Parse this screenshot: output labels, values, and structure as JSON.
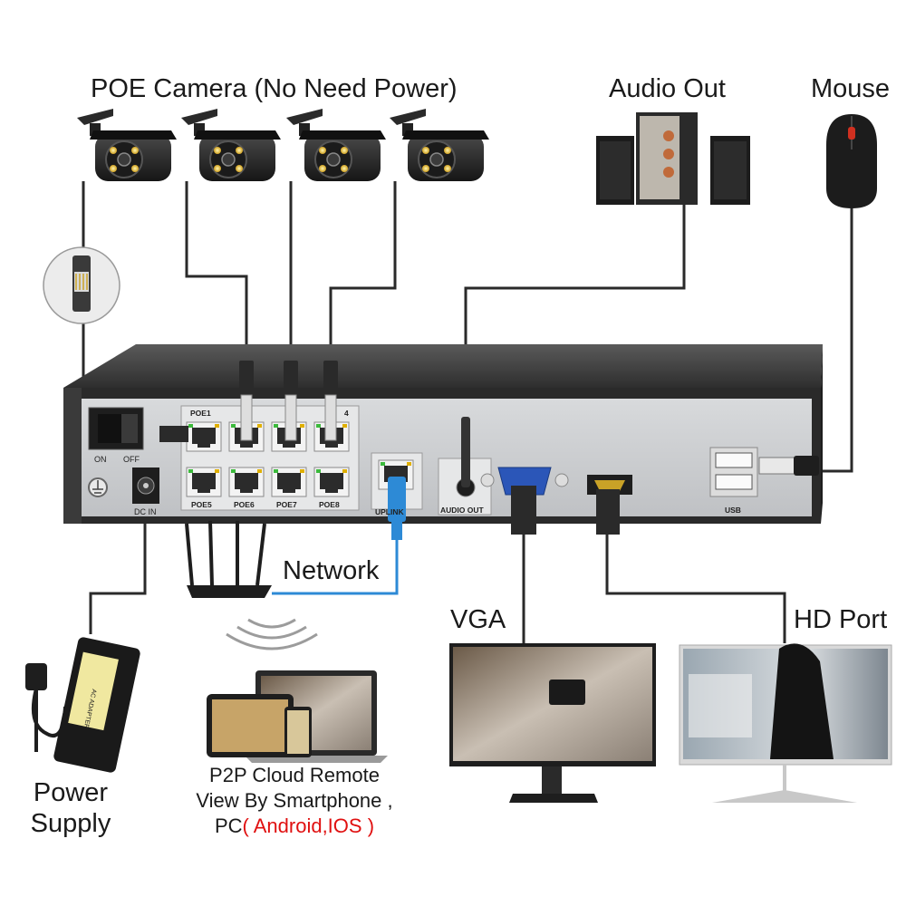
{
  "labels": {
    "cameras": "POE Camera (No Need Power)",
    "audio_out": "Audio Out",
    "mouse": "Mouse",
    "network": "Network",
    "vga": "VGA",
    "hd_port": "HD Port",
    "power_line1": "Power",
    "power_line2": "Supply",
    "p2p_line1": "P2P Cloud Remote",
    "p2p_line2": "View By Smartphone ,",
    "p2p_line3_prefix": "PC",
    "p2p_line3_os": "( Android,IOS )"
  },
  "panel": {
    "poe_top": [
      "POE1",
      "",
      "",
      "4"
    ],
    "poe_bottom": [
      "POE5",
      "POE6",
      "POE7",
      "POE8"
    ],
    "on": "ON",
    "off": "OFF",
    "dc_in": "DC IN",
    "uplink": "UPLINK",
    "audio_out": "AUDIO OUT",
    "usb": "USB"
  },
  "adapter_text": "AC ADAPTER",
  "colors": {
    "nvr_body": "#3a3a3a",
    "nvr_panel": "#cfd1d4",
    "cable": "#2a2a2a",
    "network_cable": "#2d8ad6",
    "accent_red": "#e01010"
  }
}
